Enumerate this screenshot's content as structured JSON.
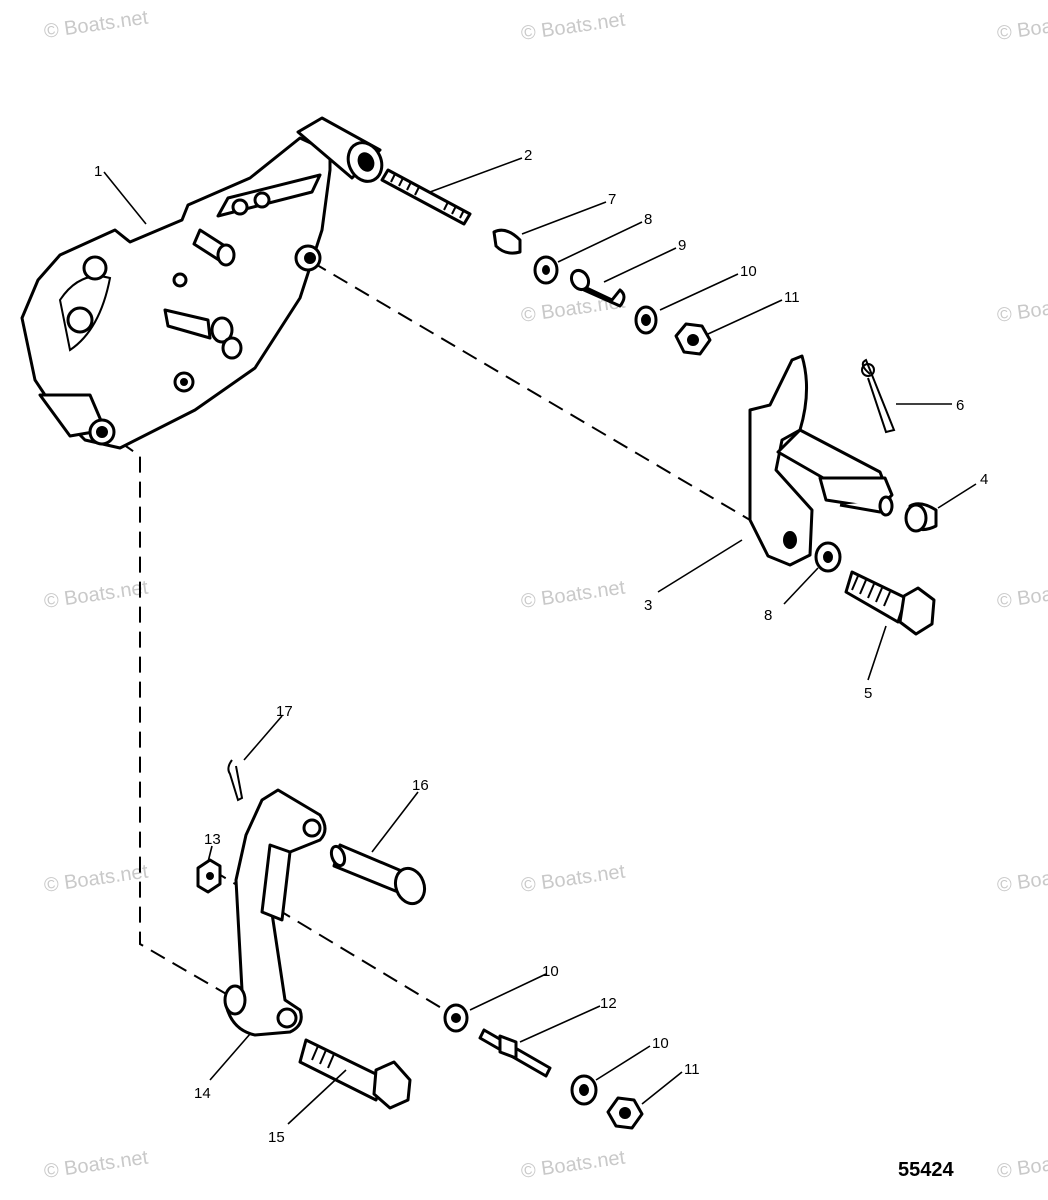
{
  "watermark": "© Boats.net",
  "figure_number": "55424",
  "callouts": [
    "1",
    "2",
    "3",
    "4",
    "5",
    "6",
    "7",
    "8",
    "8",
    "9",
    "10",
    "10",
    "10",
    "11",
    "11",
    "12",
    "13",
    "14",
    "15",
    "16",
    "17"
  ]
}
